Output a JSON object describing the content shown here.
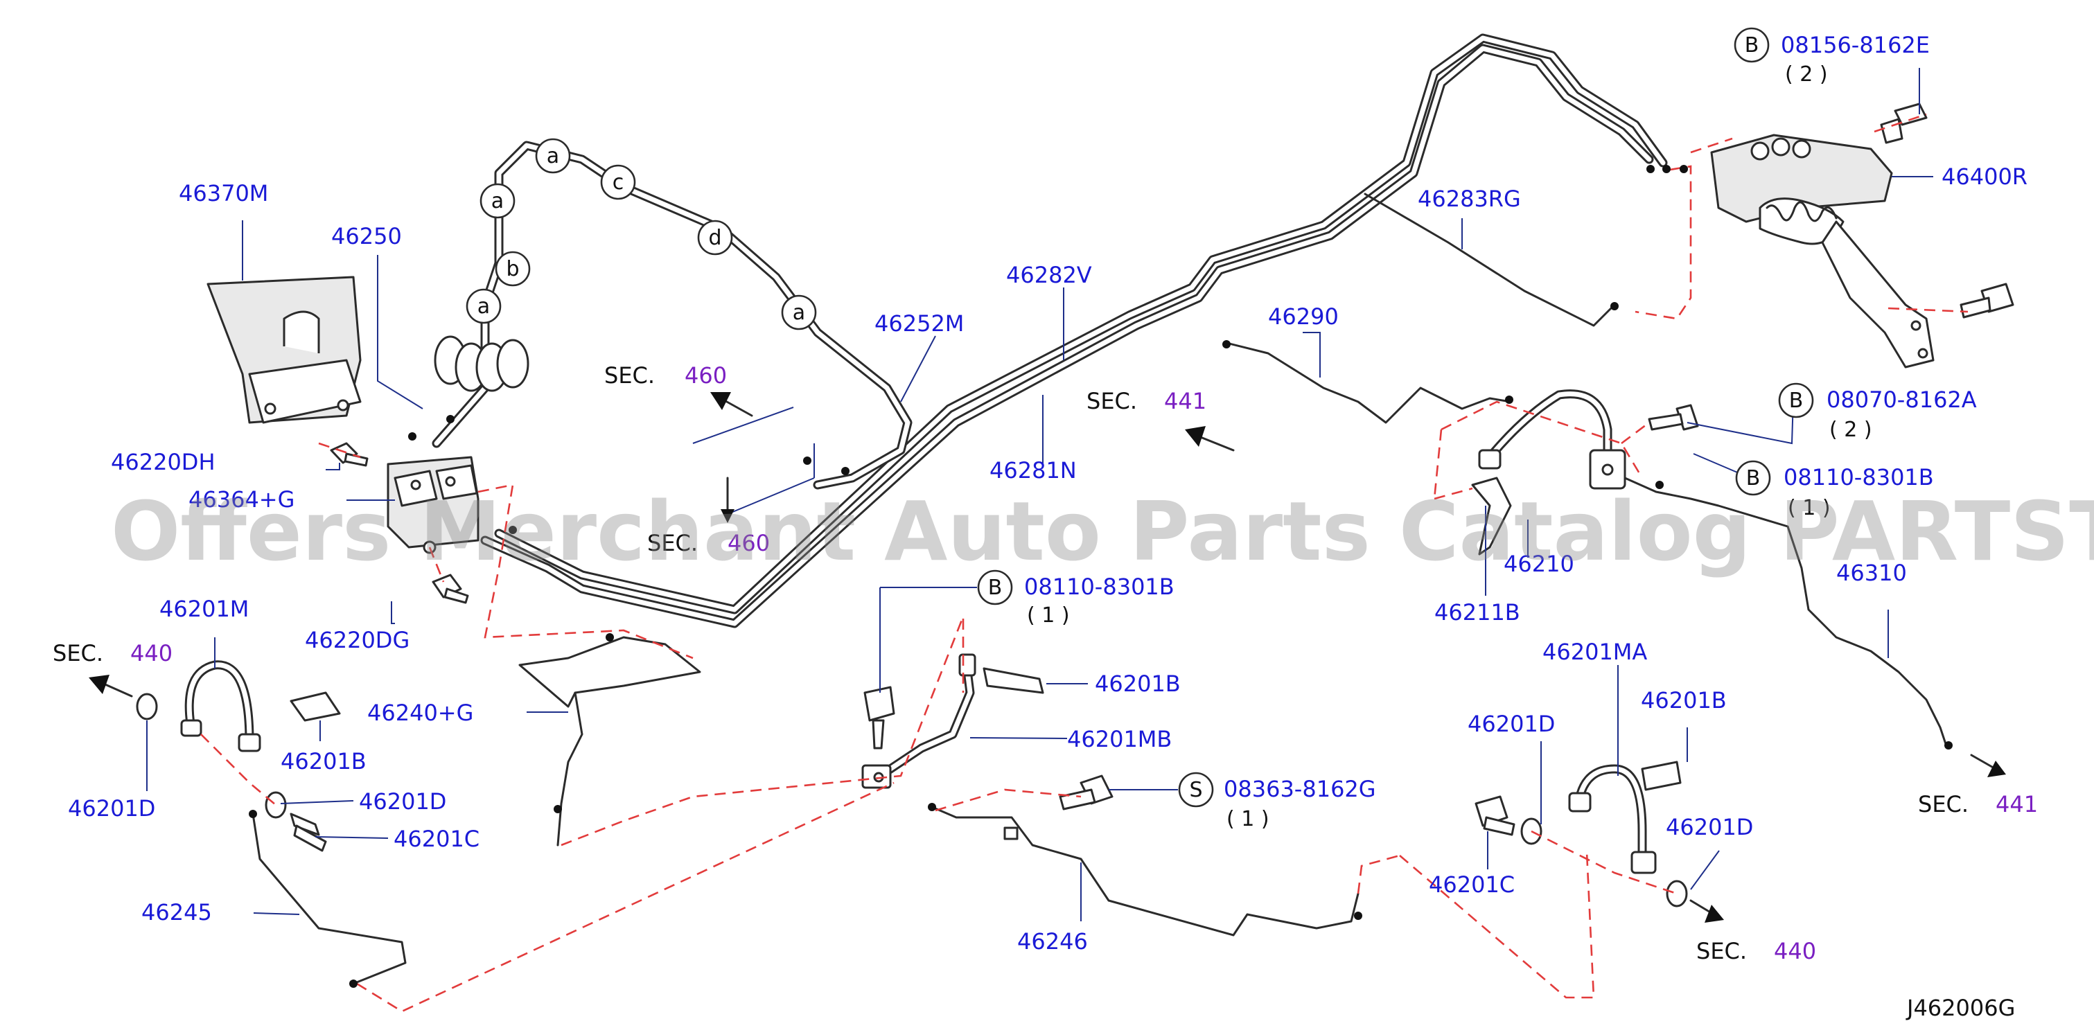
{
  "watermark": "Offers Merchant Auto Parts Catalog PARTSTORE.SA",
  "diagram_code": "J462006G",
  "part_labels": [
    {
      "id": "p46370M",
      "text": "46370M"
    },
    {
      "id": "p46250",
      "text": "46250"
    },
    {
      "id": "p46220DH",
      "text": "46220DH"
    },
    {
      "id": "p46364G",
      "text": "46364+G"
    },
    {
      "id": "p46220DG",
      "text": "46220DG"
    },
    {
      "id": "p46201M",
      "text": "46201M"
    },
    {
      "id": "p46201D_a",
      "text": "46201D"
    },
    {
      "id": "p46201B_a",
      "text": "46201B"
    },
    {
      "id": "p46240G",
      "text": "46240+G"
    },
    {
      "id": "p46201D_b",
      "text": "46201D"
    },
    {
      "id": "p46201C_a",
      "text": "46201C"
    },
    {
      "id": "p46245",
      "text": "46245"
    },
    {
      "id": "p46252M",
      "text": "46252M"
    },
    {
      "id": "p46282V",
      "text": "46282V"
    },
    {
      "id": "p46281N",
      "text": "46281N"
    },
    {
      "id": "p46283RG",
      "text": "46283RG"
    },
    {
      "id": "p46290",
      "text": "46290"
    },
    {
      "id": "p46400R",
      "text": "46400R"
    },
    {
      "id": "p46210",
      "text": "46210"
    },
    {
      "id": "p46211B",
      "text": "46211B"
    },
    {
      "id": "p46310",
      "text": "46310"
    },
    {
      "id": "p46201B_b",
      "text": "46201B"
    },
    {
      "id": "p46201MB",
      "text": "46201MB"
    },
    {
      "id": "p46246",
      "text": "46246"
    },
    {
      "id": "p46201MA",
      "text": "46201MA"
    },
    {
      "id": "p46201B_c",
      "text": "46201B"
    },
    {
      "id": "p46201D_c",
      "text": "46201D"
    },
    {
      "id": "p46201D_d",
      "text": "46201D"
    },
    {
      "id": "p46201C_b",
      "text": "46201C"
    }
  ],
  "callouts": [
    {
      "id": "c1",
      "letter": "B",
      "part": "08156-8162E",
      "qty": "( 2 )"
    },
    {
      "id": "c2",
      "letter": "B",
      "part": "08070-8162A",
      "qty": "( 2 )"
    },
    {
      "id": "c3",
      "letter": "B",
      "part": "08110-8301B",
      "qty": "( 1 )"
    },
    {
      "id": "c4",
      "letter": "B",
      "part": "08110-8301B",
      "qty": "( 1 )"
    },
    {
      "id": "c5",
      "letter": "S",
      "part": "08363-8162G",
      "qty": "( 1 )"
    }
  ],
  "section_refs": [
    {
      "id": "s460a",
      "prefix": "SEC.",
      "num": "460"
    },
    {
      "id": "s460b",
      "prefix": "SEC.",
      "num": "460"
    },
    {
      "id": "s441a",
      "prefix": "SEC.",
      "num": "441"
    },
    {
      "id": "s441b",
      "prefix": "SEC.",
      "num": "441"
    },
    {
      "id": "s440a",
      "prefix": "SEC.",
      "num": "440"
    },
    {
      "id": "s440b",
      "prefix": "SEC.",
      "num": "440"
    }
  ],
  "route_markers": [
    "a",
    "a",
    "b",
    "a",
    "c",
    "d",
    "a"
  ]
}
